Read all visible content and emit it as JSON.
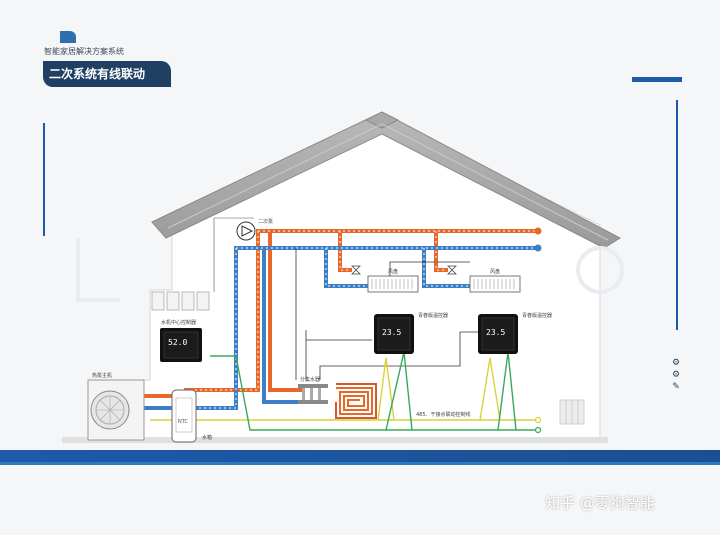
{
  "header": {
    "subtitle": "智能家居解决方案系统",
    "title": "二次系统有线联动"
  },
  "labels": {
    "secondary_pump": "二次泵",
    "fan_coil_left": "风盘",
    "fan_coil_right": "风盘",
    "water_controller": "水机中心控制器",
    "thermostat_left": "青春版温控器",
    "thermostat_right": "青春版温控器",
    "heat_pump": "热泵主机",
    "manifold": "分集水器",
    "ntc": "NTC",
    "water_tank": "水箱",
    "bus_line": "485、干接点联动控制线"
  },
  "displays": {
    "controller_value": "52.0",
    "thermostat_left_value": "23.5",
    "thermostat_right_value": "23.5"
  },
  "icons": {
    "pump": "pump-icon",
    "valve": "valve-icon",
    "settings": "gear-icon",
    "wrench": "wrench-icon"
  },
  "colors": {
    "hot_pipe": "#e8682a",
    "cold_pipe": "#3d7fc6",
    "signal_yellow": "#d9d23a",
    "signal_green": "#3aa85c",
    "brand_blue": "#1f3f63",
    "accent_blue": "#1e5aa8"
  },
  "watermark": "知乎 @零狗智能"
}
